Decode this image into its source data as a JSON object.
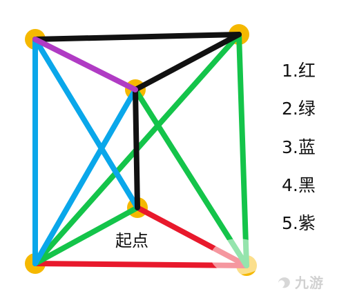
{
  "puzzle": {
    "nodes": [
      {
        "id": "top-left"
      },
      {
        "id": "top-right"
      },
      {
        "id": "center-top"
      },
      {
        "id": "center-bottom"
      },
      {
        "id": "bottom-left"
      },
      {
        "id": "bottom-right"
      }
    ],
    "strokes": [
      {
        "order": 1,
        "from": "center-bottom",
        "to": "bottom-right",
        "color": "#e8192c"
      },
      {
        "order": 1,
        "from": "bottom-right",
        "to": "bottom-left",
        "color": "#e8192c"
      },
      {
        "order": 2,
        "from": "bottom-left",
        "to": "center-bottom",
        "color": "#14c44a"
      },
      {
        "order": 2,
        "from": "bottom-left",
        "to": "top-right",
        "color": "#14c44a"
      },
      {
        "order": 2,
        "from": "top-right",
        "to": "bottom-right",
        "color": "#14c44a"
      },
      {
        "order": 2,
        "from": "bottom-right",
        "to": "center-top",
        "color": "#14c44a"
      },
      {
        "order": 3,
        "from": "center-top",
        "to": "bottom-left",
        "color": "#0aa7ea"
      },
      {
        "order": 3,
        "from": "bottom-left",
        "to": "top-left",
        "color": "#0aa7ea"
      },
      {
        "order": 3,
        "from": "top-left",
        "to": "center-bottom",
        "color": "#0aa7ea"
      },
      {
        "order": 4,
        "from": "center-bottom",
        "to": "center-top",
        "color": "#111111"
      },
      {
        "order": 4,
        "from": "center-top",
        "to": "top-right",
        "color": "#111111"
      },
      {
        "order": 4,
        "from": "top-right",
        "to": "top-left",
        "color": "#111111"
      },
      {
        "order": 5,
        "from": "top-left",
        "to": "center-top",
        "color": "#b03bc4"
      }
    ],
    "node_color": "#f5b800",
    "start_label": "起点"
  },
  "legend": [
    {
      "label": "1.红",
      "color": "#e8192c"
    },
    {
      "label": "2.绿",
      "color": "#14c44a"
    },
    {
      "label": "3.蓝",
      "color": "#0aa7ea"
    },
    {
      "label": "4.黑",
      "color": "#111111"
    },
    {
      "label": "5.紫",
      "color": "#b03bc4"
    }
  ],
  "watermark": {
    "text": "九游",
    "icon": "jiuyou-logo-icon"
  }
}
